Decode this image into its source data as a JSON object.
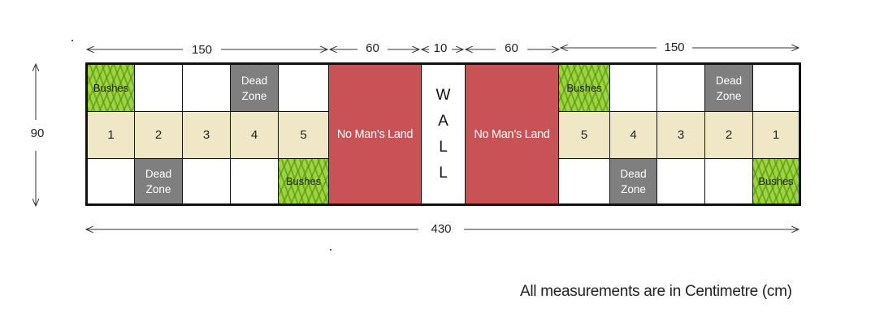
{
  "dimensions": {
    "top_left_width": "150",
    "no_mans_land_left_width": "60",
    "wall_width": "10",
    "no_mans_land_right_width": "60",
    "top_right_width": "150",
    "height": "90",
    "total_width": "430"
  },
  "field": {
    "left_zone": {
      "top_row": [
        "Bushes",
        "",
        "",
        "Dead\nZone",
        ""
      ],
      "middle_row": [
        "1",
        "2",
        "3",
        "4",
        "5"
      ],
      "bottom_row": [
        "",
        "Dead\nZone",
        "",
        "",
        "Bushes"
      ]
    },
    "left_no_mans_land": "No Man’s Land",
    "wall_letters": [
      "W",
      "A",
      "L",
      "L"
    ],
    "right_no_mans_land": "No Man’s Land",
    "right_zone": {
      "top_row": [
        "Bushes",
        "",
        "",
        "Dead\nZone",
        ""
      ],
      "middle_row": [
        "5",
        "4",
        "3",
        "2",
        "1"
      ],
      "bottom_row": [
        "",
        "Dead\nZone",
        "",
        "",
        "Bushes"
      ]
    }
  },
  "footnote": "All measurements are in Centimetre (cm)",
  "colors": {
    "bushes": "#9fd43c",
    "dead_zone": "#7f7f7f",
    "numbered_cell": "#f0e7c6",
    "no_mans_land": "#c85255",
    "wall": "#ffffff"
  }
}
